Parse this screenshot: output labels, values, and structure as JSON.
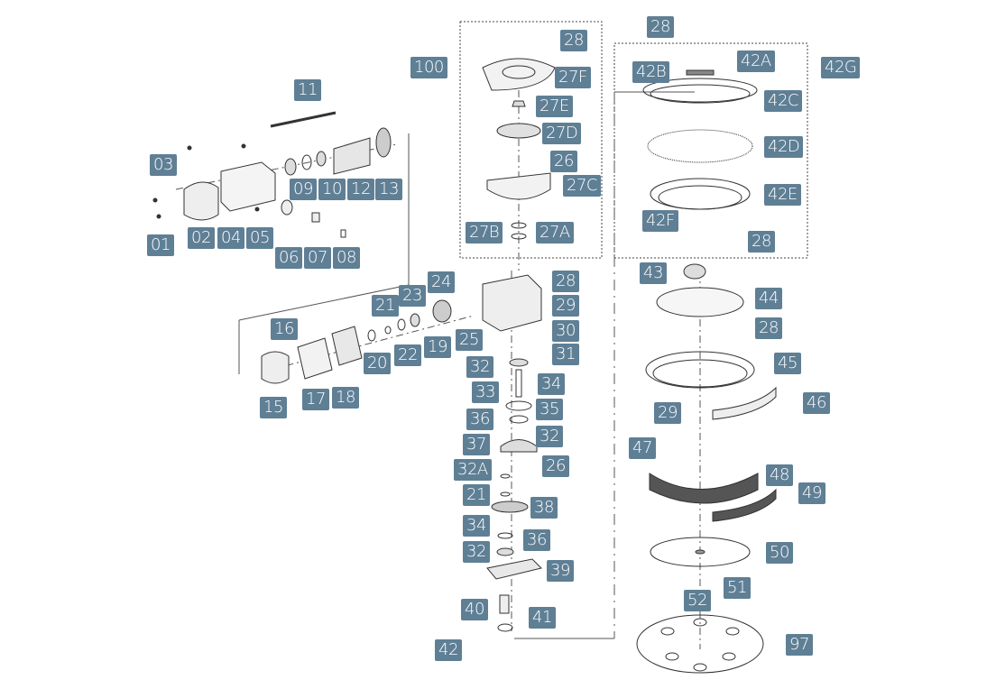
{
  "labels": {
    "p11": "11",
    "p03": "03",
    "p01": "01",
    "p02": "02",
    "p04": "04",
    "p05": "05",
    "p09": "09",
    "p10": "10",
    "p12": "12",
    "p13": "13",
    "p06": "06",
    "p07": "07",
    "p08": "08",
    "p100": "100",
    "p28a": "28",
    "p27F": "27F",
    "p27E": "27E",
    "p27D": "27D",
    "p26a": "26",
    "p27C": "27C",
    "p27B": "27B",
    "p27A": "27A",
    "p28b": "28",
    "p42B": "42B",
    "p42A": "42A",
    "p42G": "42G",
    "p42C": "42C",
    "p42D": "42D",
    "p42E": "42E",
    "p42F": "42F",
    "p28c": "28",
    "p16": "16",
    "p21a": "21",
    "p23": "23",
    "p24": "24",
    "p19": "19",
    "p20": "20",
    "p22": "22",
    "p25": "25",
    "p15": "15",
    "p17": "17",
    "p18": "18",
    "p28d": "28",
    "p29a": "29",
    "p30": "30",
    "p31": "31",
    "p32a": "32",
    "p33": "33",
    "p34a": "34",
    "p36a": "36",
    "p35": "35",
    "p37": "37",
    "p32b": "32",
    "p32A": "32A",
    "p26b": "26",
    "p21b": "21",
    "p38": "38",
    "p34b": "34",
    "p36b": "36",
    "p32c": "32",
    "p39": "39",
    "p40": "40",
    "p41": "41",
    "p42": "42",
    "p43": "43",
    "p44": "44",
    "p28e": "28",
    "p45": "45",
    "p46": "46",
    "p29b": "29",
    "p47": "47",
    "p48": "48",
    "p49": "49",
    "p50": "50",
    "p51": "51",
    "p52": "52",
    "p97": "97"
  },
  "colors": {
    "label_bg": "#5f7f95",
    "line": "#333333"
  }
}
